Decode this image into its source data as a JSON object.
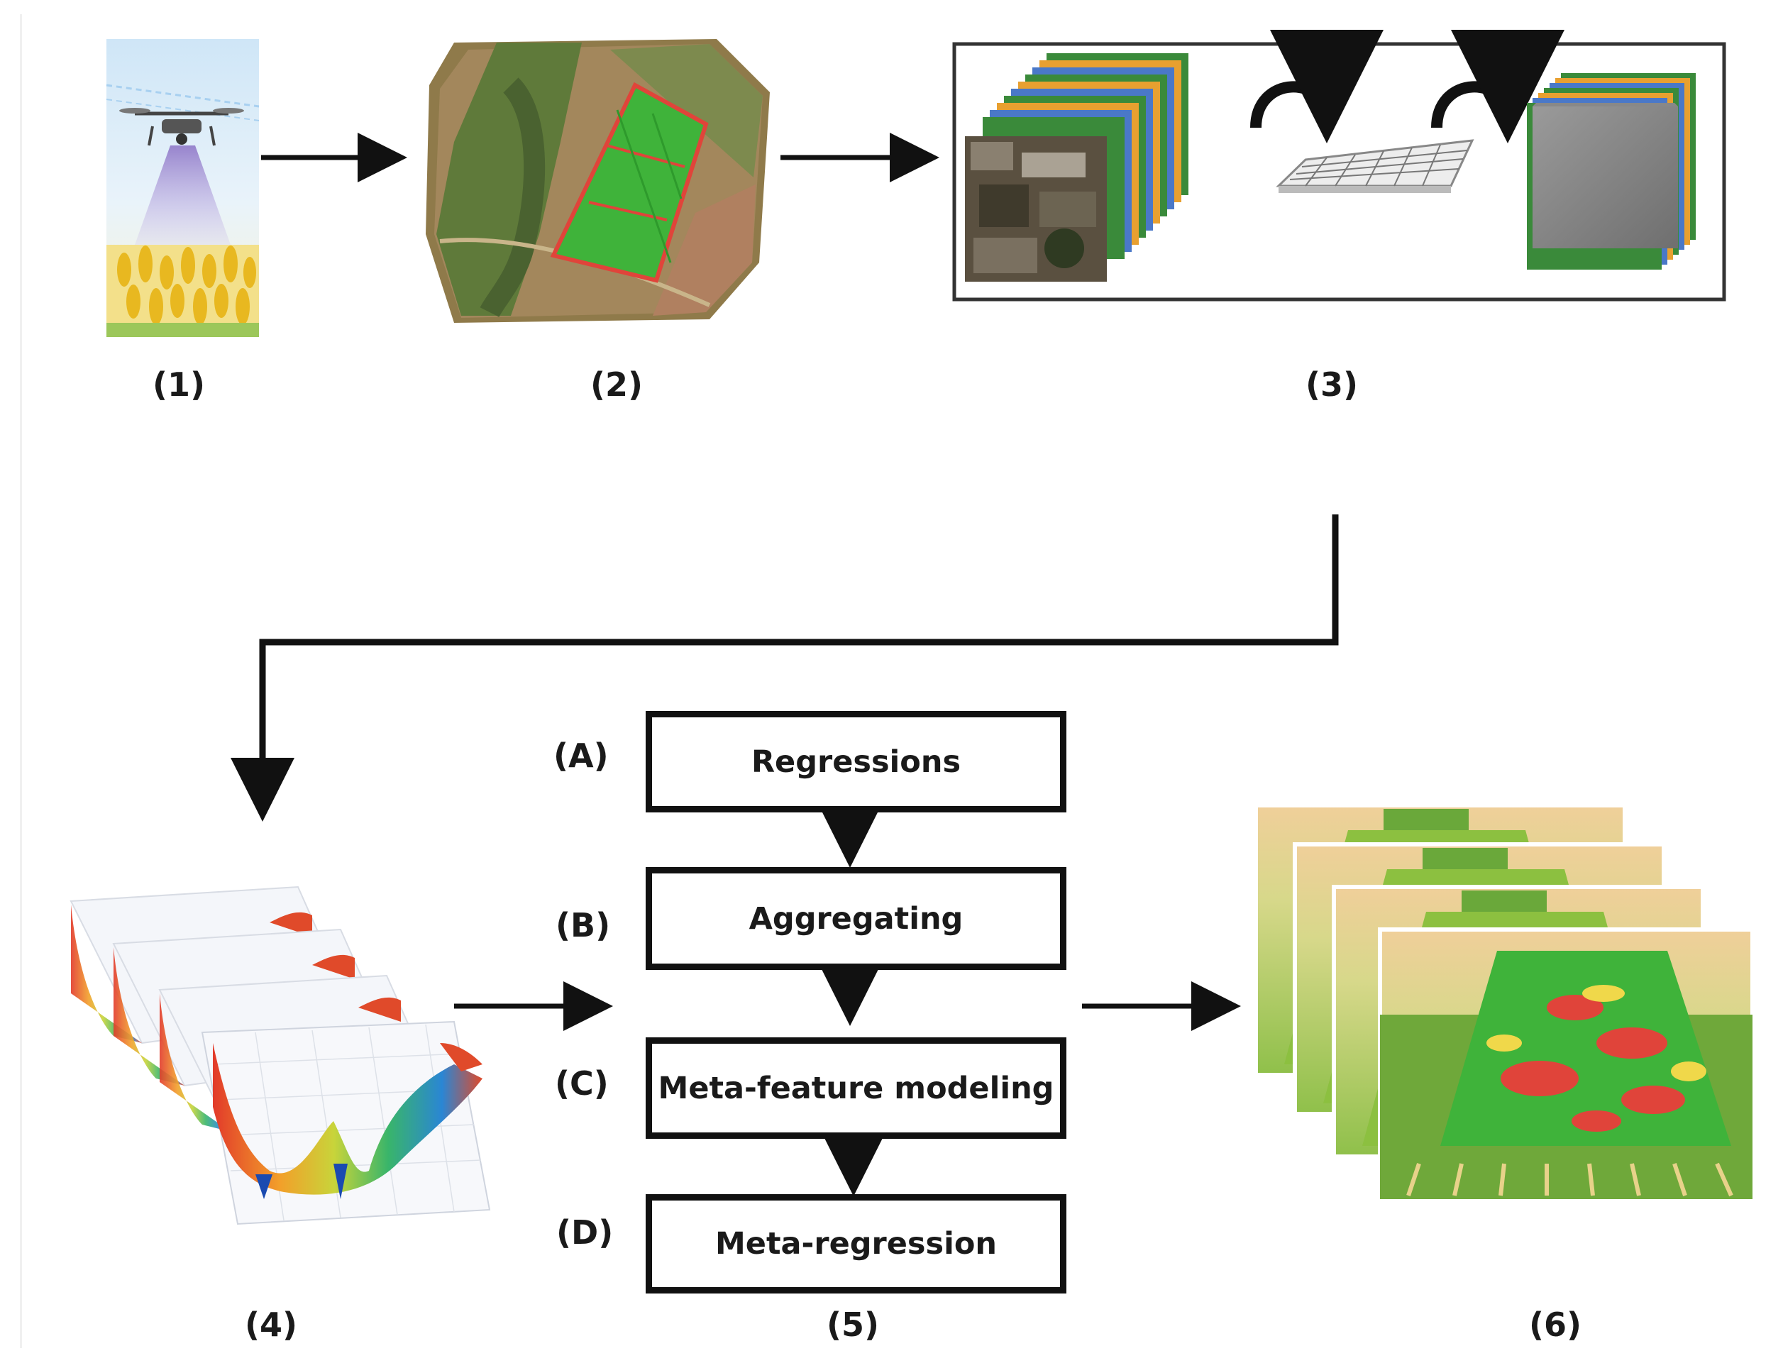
{
  "steps": {
    "s1": "(1)",
    "s2": "(2)",
    "s3": "(3)",
    "s4": "(4)",
    "s5": "(5)",
    "s6": "(6)"
  },
  "pipeline": [
    {
      "letter": "(A)",
      "label": "Regressions"
    },
    {
      "letter": "(B)",
      "label": "Aggregating"
    },
    {
      "letter": "(C)",
      "label": "Meta-feature modeling"
    },
    {
      "letter": "(D)",
      "label": "Meta-regression"
    }
  ],
  "colors": {
    "arrow": "#111111",
    "field_green": "#3fb33a",
    "field_border": "#e0443a",
    "cube_gray": "#8c8c8c"
  },
  "icons": [
    "drone-icon",
    "orthomosaic-image",
    "hyperspectral-cube-icon",
    "convolution-kernel-icon",
    "feature-cube-icon",
    "surface-plot-stack",
    "yield-map-stack"
  ]
}
